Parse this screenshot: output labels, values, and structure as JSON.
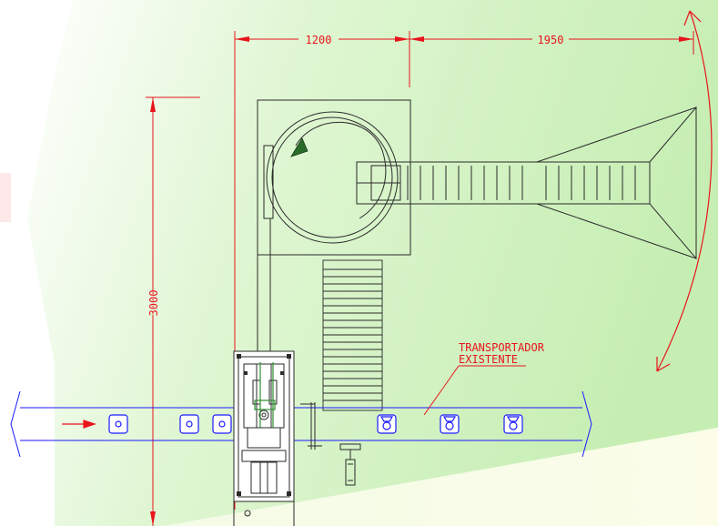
{
  "dimensions": {
    "top_left": "1200",
    "top_right": "1950",
    "vertical": "3000"
  },
  "annotation": {
    "line1": "TRANSPORTADOR",
    "line2": "EXISTENTE"
  },
  "colors": {
    "dimension": "#e8141c",
    "conveyor": "#1a1aff",
    "machine": "#2a2a2a",
    "background_green": "#c9f0b8"
  },
  "icons": {
    "rotation_arrow": "circular-rotation-arrow-icon",
    "flow_arrow": "flow-direction-arrow-icon",
    "swing_arc": "swing-arc-icon"
  }
}
